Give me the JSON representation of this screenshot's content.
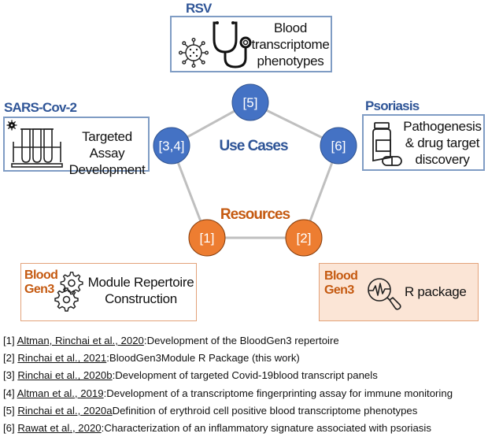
{
  "use_cases": {
    "title": "Use Cases",
    "color": "#4472c4",
    "items": [
      {
        "topic": "RSV",
        "description": [
          "Blood",
          "transcriptome",
          "phenotypes"
        ],
        "node": "[5]",
        "icons": [
          "virus-icon",
          "stethoscope-icon"
        ]
      },
      {
        "topic": "SARS-Cov-2",
        "description": [
          "Targeted Assay",
          "Development"
        ],
        "node": "[3,4]",
        "icons": [
          "coronavirus-icon",
          "test-tubes-icon"
        ]
      },
      {
        "topic": "Psoriasis",
        "description": [
          "Pathogenesis",
          "& drug target",
          "discovery"
        ],
        "node": "[6]",
        "icons": [
          "pill-bottle-icon"
        ]
      }
    ]
  },
  "resources": {
    "title": "Resources",
    "color": "#ed7d31",
    "items": [
      {
        "brand": [
          "Blood",
          "Gen3"
        ],
        "description": [
          "Module Repertoire",
          "Construction"
        ],
        "node": "[1]",
        "icons": [
          "gears-icon"
        ]
      },
      {
        "brand": [
          "Blood",
          "Gen3"
        ],
        "description": [
          "R package"
        ],
        "node": "[2]",
        "icons": [
          "magnifier-pulse-icon"
        ]
      }
    ]
  },
  "colors": {
    "topic_blue": "#2f5597",
    "node_blue": "#4472c4",
    "node_orange": "#ed7d31",
    "resource_text": "#c55a11",
    "resource_box_fill": "#fbe5d6",
    "edge_gray": "#bfbfbf"
  },
  "references": [
    {
      "num": "[1]",
      "cite": "Altman, Rinchai et al., 2020",
      "sep": ":",
      "text": "Development of the BloodGen3 repertoire"
    },
    {
      "num": "[2]",
      "cite": "Rinchai et al., 2021",
      "sep": ":",
      "text": "BloodGen3Module R Package (this work)"
    },
    {
      "num": "[3]",
      "cite": "Rinchai et al., 2020b",
      "sep": ":",
      "text": "Development of targeted Covid-19blood transcript panels"
    },
    {
      "num": "[4]",
      "cite": "Altman et al., 2019",
      "sep": ":",
      "text": "Development of a transcriptome fingerprinting assay for immune monitoring"
    },
    {
      "num": "[5]",
      "cite": "Rinchai et al., 2020a",
      "sep": "",
      "text": "Definition of erythroid cell positive blood transcriptome phenotypes"
    },
    {
      "num": "[6]",
      "cite": "Rawat et al., 2020",
      "sep": ":",
      "text": "Characterization of an inflammatory signature associated with psoriasis"
    }
  ]
}
